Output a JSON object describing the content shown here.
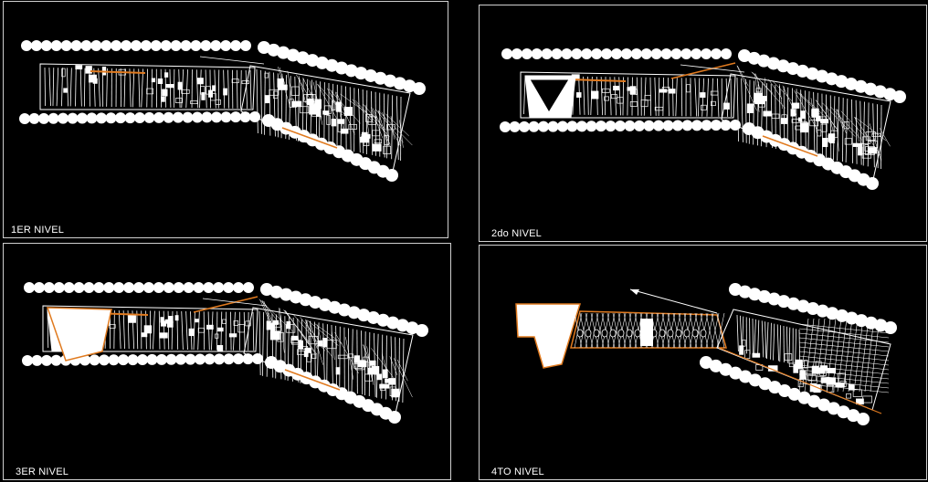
{
  "sheets": [
    {
      "label": "1ER  NIVEL"
    },
    {
      "label": "2do NIVEL"
    },
    {
      "label": "3ER NIVEL"
    },
    {
      "label": "4TO NIVEL"
    }
  ],
  "colors": {
    "background": "#000000",
    "linework": "#ffffff",
    "accent": "#e07a1f",
    "frame": "#cfcfcf"
  }
}
